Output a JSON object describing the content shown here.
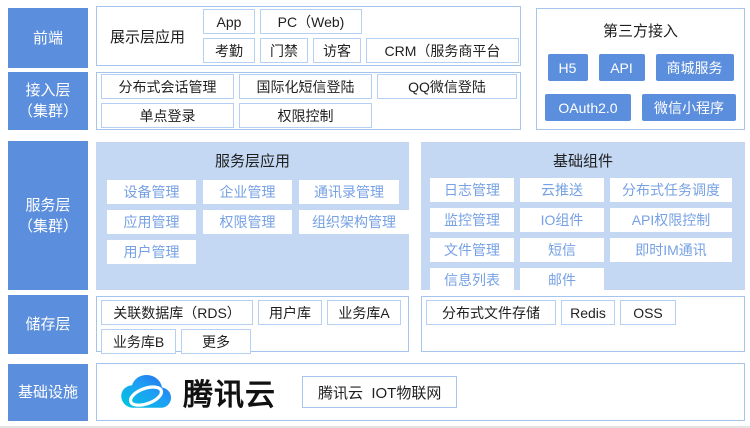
{
  "colors": {
    "accent": "#5b8edc",
    "panel_bg": "#c4d8f3",
    "outer_border": "#a6c5ee",
    "box_border": "#b5d0f2",
    "blue_text": "#76a1e4"
  },
  "sidebar": {
    "items": [
      "前端",
      "接入层\n（集群）",
      "服务层\n（集群）",
      "储存层",
      "基础设施"
    ]
  },
  "frontend": {
    "title": "展示层应用",
    "row1": [
      "App",
      "PC（Web)"
    ],
    "row2": [
      "考勤",
      "门禁",
      "访客",
      "CRM（服务商平台"
    ]
  },
  "access": {
    "row1": [
      "分布式会话管理",
      "国际化短信登陆",
      "QQ微信登陆"
    ],
    "row2": [
      "单点登录",
      "权限控制"
    ]
  },
  "third_party": {
    "title": "第三方接入",
    "row1": [
      "H5",
      "API",
      "商城服务"
    ],
    "row2": [
      "OAuth2.0",
      "微信小程序"
    ]
  },
  "service_apps": {
    "title": "服务层应用",
    "row1": [
      "设备管理",
      "企业管理",
      "通讯录管理"
    ],
    "row2": [
      "应用管理",
      "权限管理",
      "组织架构管理"
    ],
    "row3": [
      "用户管理"
    ]
  },
  "base_components": {
    "title": "基础组件",
    "row1": [
      "日志管理",
      "云推送",
      "分布式任务调度"
    ],
    "row2": [
      "监控管理",
      "IO组件",
      "API权限控制"
    ],
    "row3": [
      "文件管理",
      "短信",
      "即时IM通讯"
    ],
    "row4": [
      "信息列表",
      "邮件"
    ]
  },
  "storage": {
    "left_row1": [
      "关联数据库（RDS）",
      "用户库",
      "业务库A"
    ],
    "left_row2": [
      "业务库B",
      "更多"
    ],
    "right_row": [
      "分布式文件存储",
      "Redis",
      "OSS"
    ]
  },
  "infrastructure": {
    "brand": "腾讯云",
    "iot_label": "腾讯云  IOT物联网",
    "cloud_icon": "tencent-cloud-icon"
  }
}
